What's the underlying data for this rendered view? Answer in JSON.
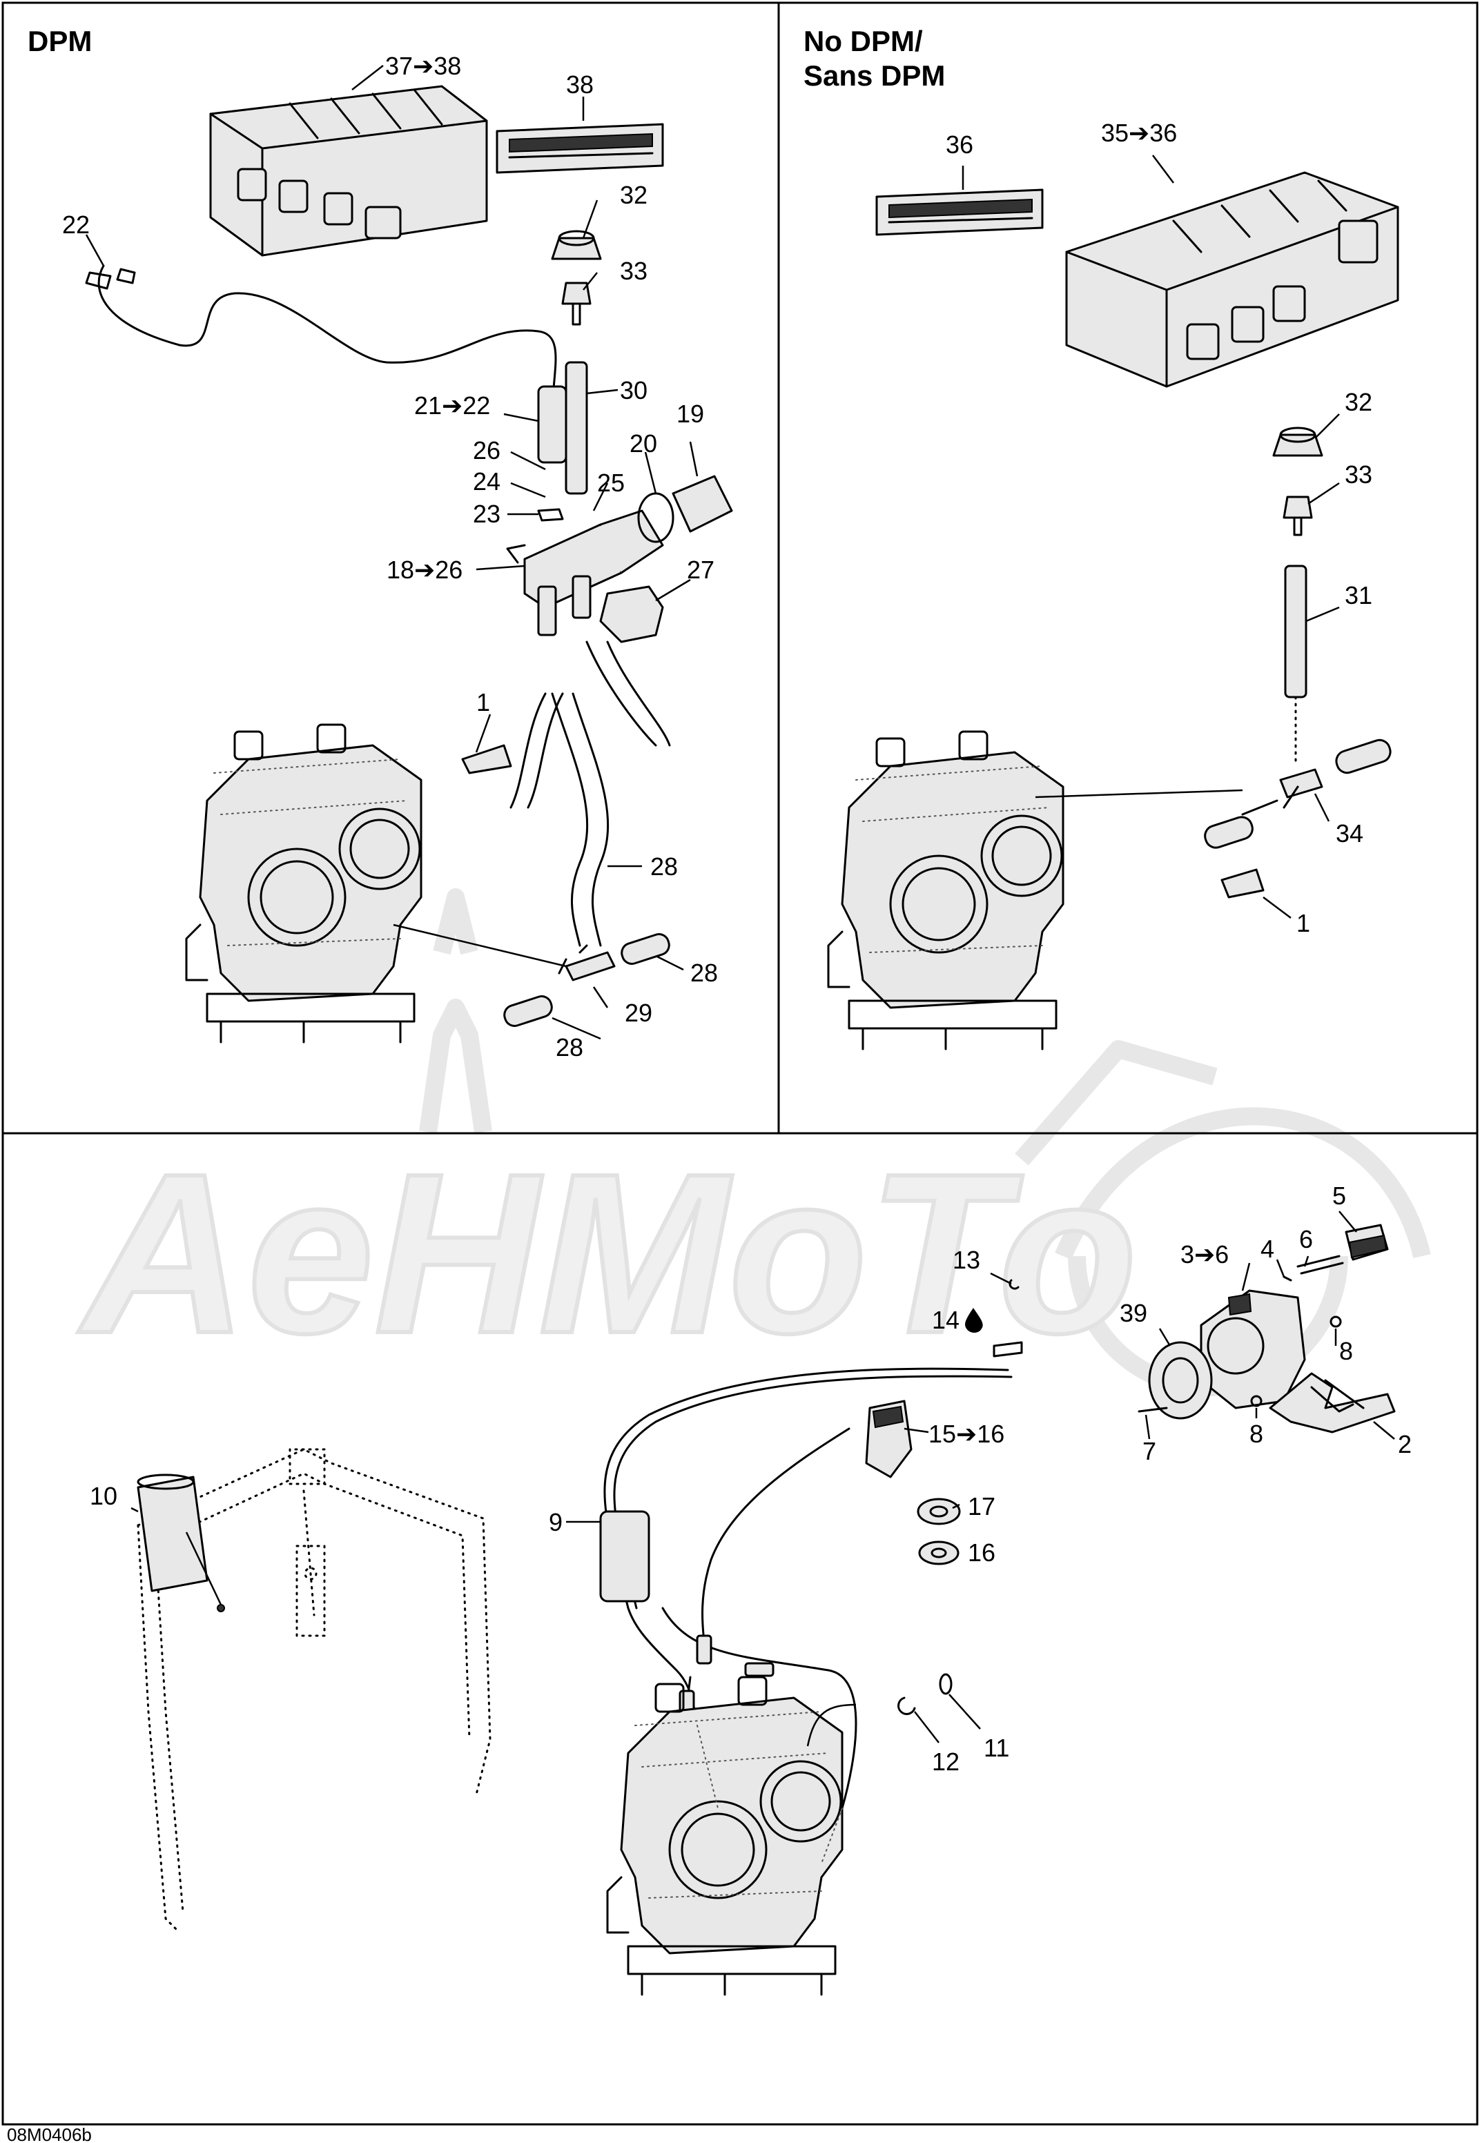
{
  "sections": {
    "dpm": {
      "title": "DPM"
    },
    "no_dpm": {
      "title_line1": "No DPM/",
      "title_line2": "Sans DPM"
    }
  },
  "watermark": {
    "text": "AeHMoTo"
  },
  "doc_id": "08M0406b",
  "callouts": {
    "c37_38": "37➔38",
    "c38": "38",
    "c22": "22",
    "c32a": "32",
    "c33a": "33",
    "c30": "30",
    "c21_22": "21➔22",
    "c19": "19",
    "c20": "20",
    "c26": "26",
    "c24": "24",
    "c25": "25",
    "c23": "23",
    "c18_26": "18➔26",
    "c27": "27",
    "c1a": "1",
    "c28a": "28",
    "c28b": "28",
    "c29": "29",
    "c28c": "28",
    "c36": "36",
    "c35_36": "35➔36",
    "c32b": "32",
    "c33b": "33",
    "c31": "31",
    "c34": "34",
    "c1b": "1",
    "c5": "5",
    "c13": "13",
    "c3_6": "3➔6",
    "c4": "4",
    "c6": "6",
    "c39": "39",
    "c14": "14",
    "c8a": "8",
    "c15_16": "15➔16",
    "c8b": "8",
    "c2": "2",
    "c7": "7",
    "c10": "10",
    "c17": "17",
    "c9": "9",
    "c16": "16",
    "c11": "11",
    "c12": "12"
  },
  "colors": {
    "line": "#000000",
    "watermark": "#e7e7e7",
    "background": "#ffffff"
  }
}
